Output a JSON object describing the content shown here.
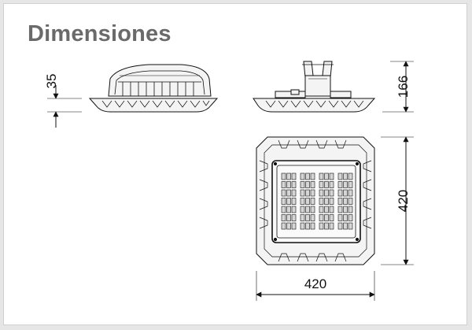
{
  "title": "Dimensiones",
  "dimensions": {
    "profile_thickness": "35",
    "side_height": "166",
    "top_depth": "420",
    "top_width": "420"
  },
  "colors": {
    "line": "#111111",
    "fixture_fill": "#f4f4f4",
    "led_fill": "#d6d6d6",
    "title": "#6a6a6a"
  }
}
